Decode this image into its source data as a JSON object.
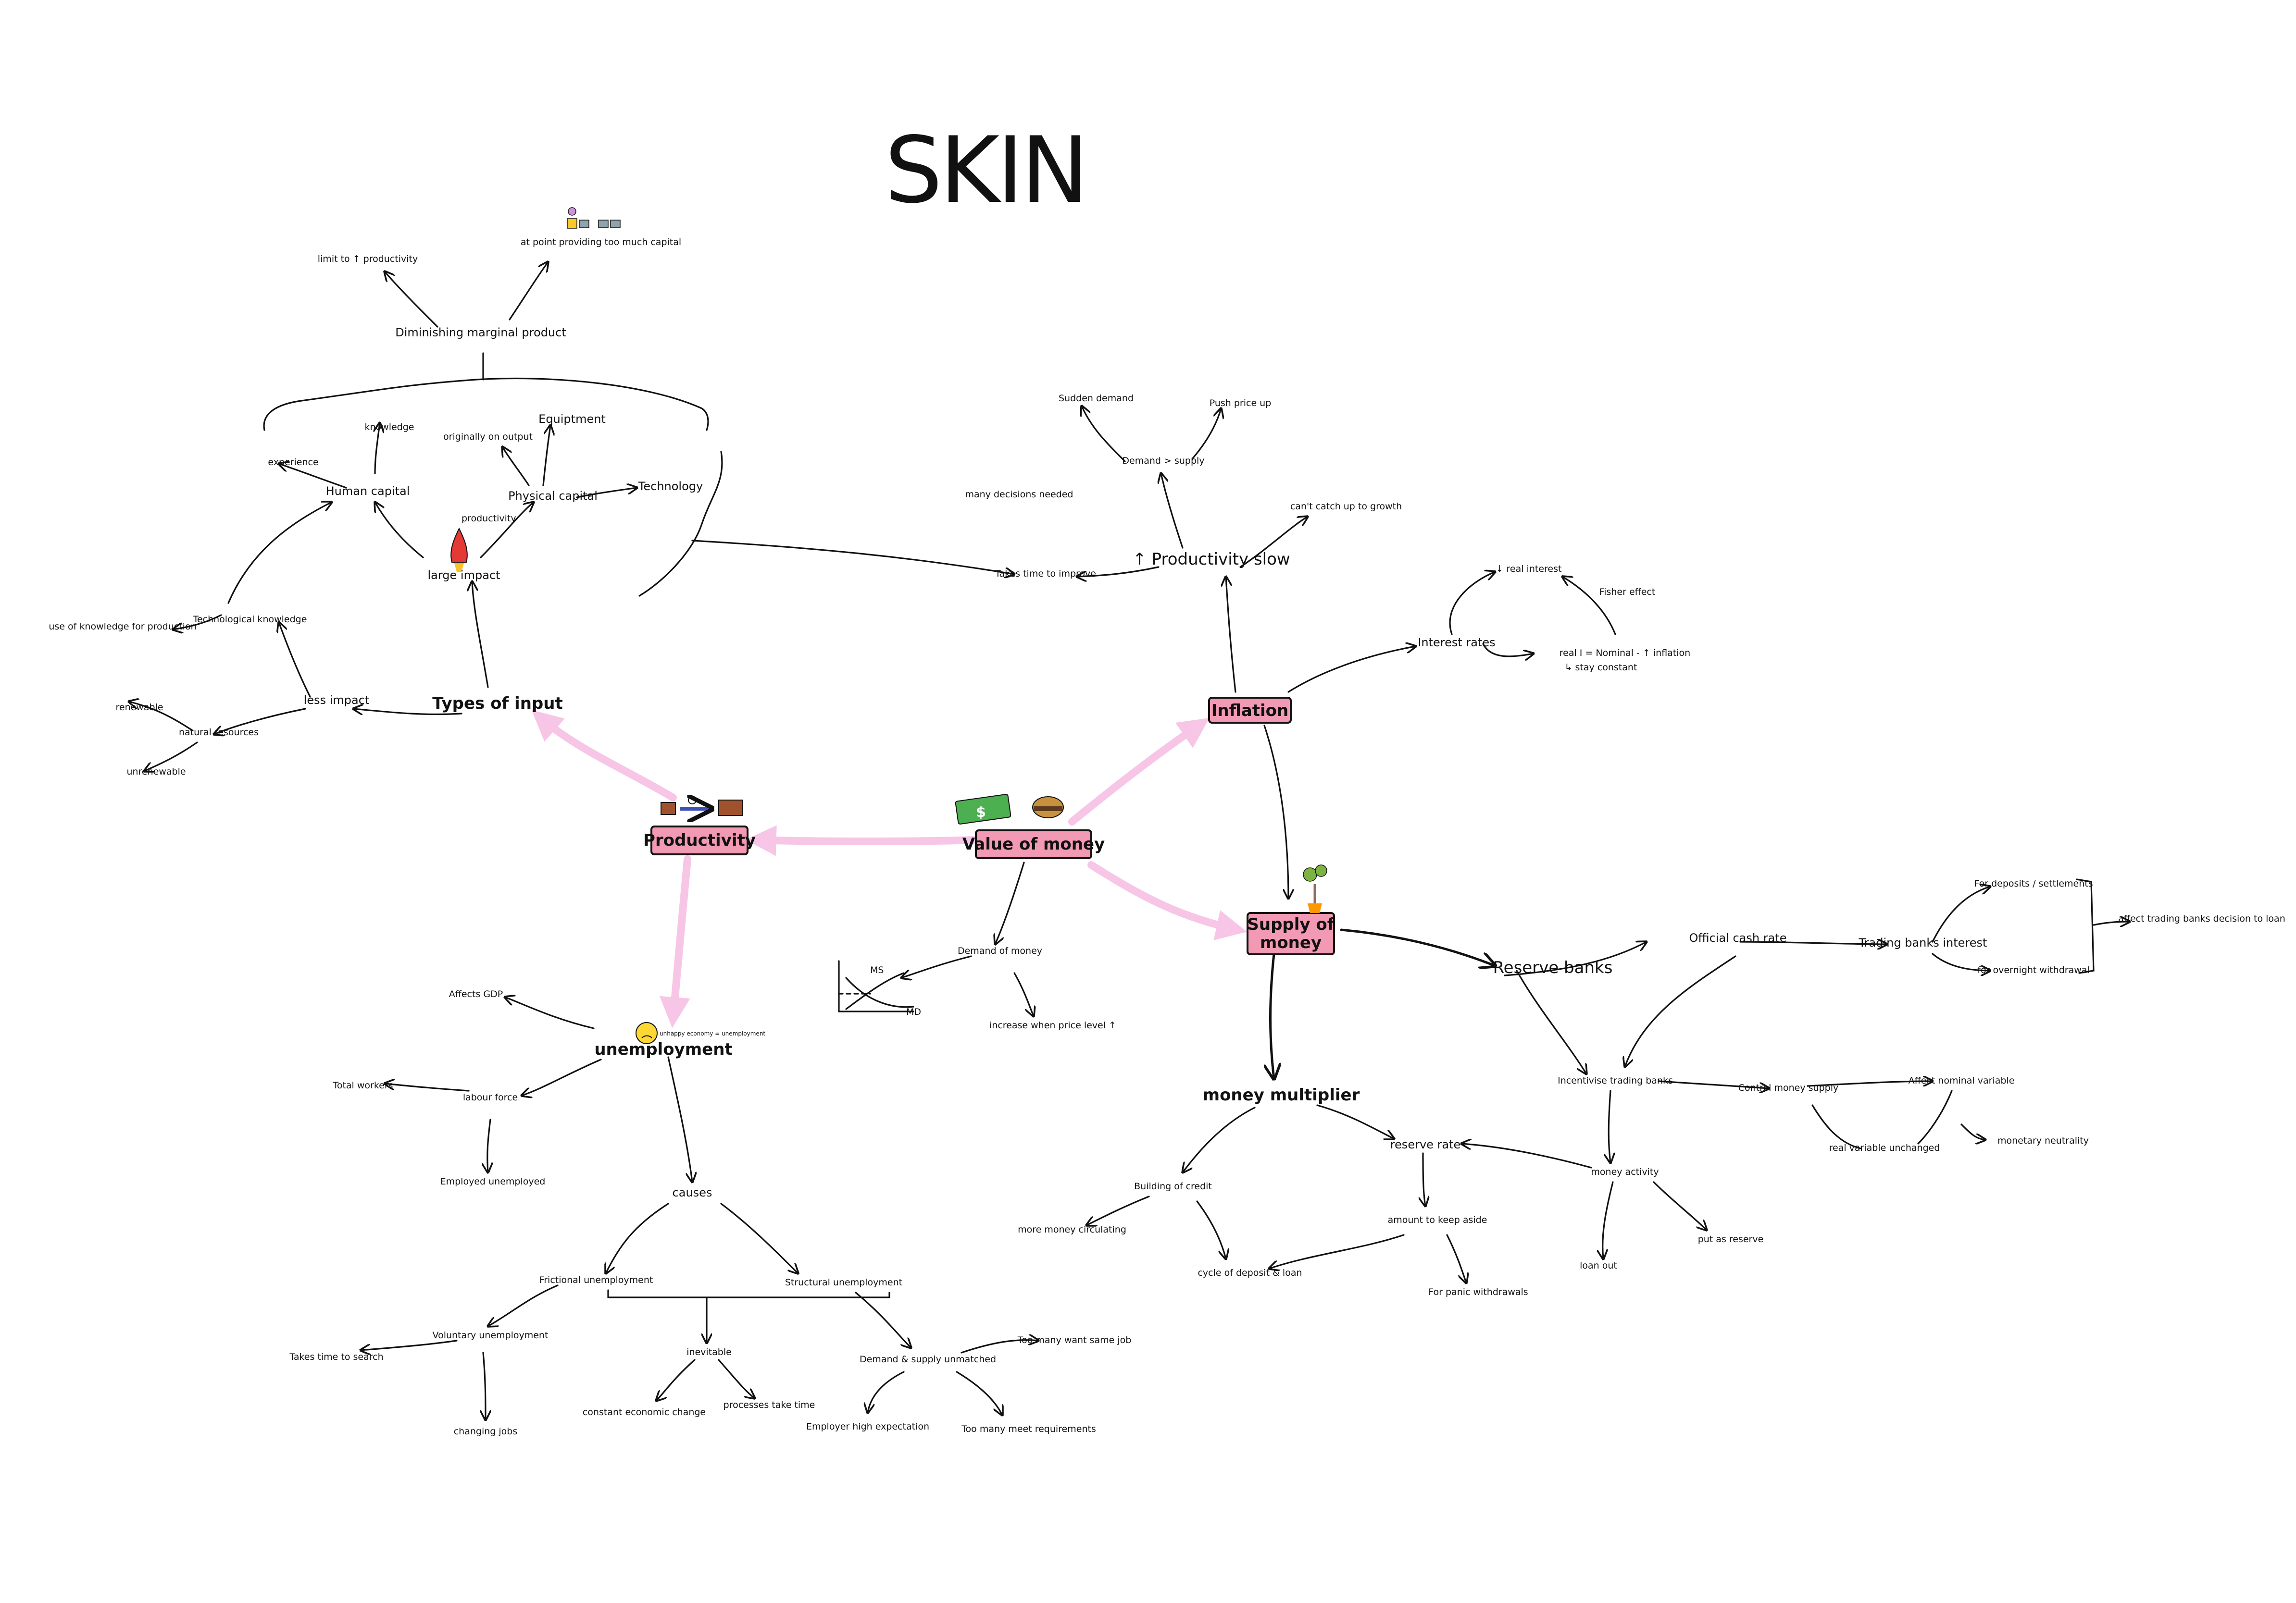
{
  "title": "SKIN",
  "colors": {
    "highlight": "#f29ab3",
    "pink_arrow": "#f7c6e6",
    "ink": "#111111"
  },
  "central": {
    "value_of_money": "Value of money",
    "productivity": "Productivity",
    "inflation": "Inflation",
    "supply_of_money": "Supply of money"
  },
  "productivity_branch": {
    "types_of_input": "Types of input",
    "large_impact": "large impact",
    "less_impact": "less impact",
    "human_capital": "Human capital",
    "knowledge": "knowledge",
    "experience": "experience",
    "physical_capital": "Physical capital",
    "equipment": "Equiptment",
    "originally_on_output": "originally on output",
    "technology": "Technology",
    "technological_knowledge": "Technological knowledge",
    "use_of_knowledge": "use of knowledge for production",
    "natural_resources": "natural resources",
    "renewable": "renewable",
    "unrenewable": "unrenewable",
    "diminishing": "Diminishing marginal product",
    "limit": "limit to ↑ productivity",
    "at_point": "at point providing too much capital",
    "productivity_small": "productivity"
  },
  "inflation_branch": {
    "productivity_slow": "↑ Productivity slow",
    "demand_supply": "Demand > supply",
    "sudden_demand": "Sudden demand",
    "push_price": "Push price up",
    "takes_time": "Takes time to improve",
    "many_decisions": "many decisions needed",
    "cant_catch": "can't catch up to growth",
    "interest_rates": "Interest rates",
    "real_interest": "↓ real interest",
    "fisher_effect": "Fisher effect",
    "real_formula": "real I = Nominal - ↑ inflation",
    "stay_constant": "↳ stay constant"
  },
  "money_branch": {
    "demand_of_money": "Demand of money",
    "increase_price": "increase when price level ↑",
    "ms": "MS",
    "md": "MD"
  },
  "unemployment_branch": {
    "unemployment": "unemployment",
    "affects_gdp": "Affects GDP",
    "labour_force": "labour force",
    "total_workers": "Total workers",
    "employed": "Employed unemployed",
    "causes": "causes",
    "frictional": "Frictional unemployment",
    "structural": "Structural unemployment",
    "voluntary": "Voluntary unemployment",
    "takes_time_search": "Takes time to search",
    "changing_jobs": "changing jobs",
    "inevitable": "inevitable",
    "constant_change": "constant economic change",
    "process_time": "processes take time",
    "demand_supply_mismatch": "Demand & supply unmatched",
    "too_many_want": "Too many want same job",
    "employer_high": "Employer high expectation",
    "too_many_meet": "Too many meet requirements",
    "small_caption": "unhappy economy = unemployment"
  },
  "supply_branch": {
    "money_multiplier": "money multiplier",
    "building_credit": "Building of credit",
    "more_money": "more money circulating",
    "cycle_deposit": "cycle of deposit & loan",
    "reserve_rate": "reserve rate",
    "amount_keep": "amount to keep aside",
    "panic": "For panic withdrawals",
    "money_activity": "money activity",
    "loan_out": "loan out",
    "put_reserve": "put as reserve",
    "reserve_banks": "Reserve banks",
    "official_cash": "Official cash rate",
    "trading_banks": "Trading banks interest",
    "for_deposits": "For deposits / settlements",
    "for_overnight": "for overnight withdrawal",
    "affect_trading": "affect trading banks decision to loan",
    "incentivise": "Incentivise trading banks",
    "control_supply": "Control money supply",
    "affect_nominal": "Affect nominal variable",
    "real_variable": "real variable unchanged",
    "monetary_neutrality": "monetary neutrality"
  }
}
